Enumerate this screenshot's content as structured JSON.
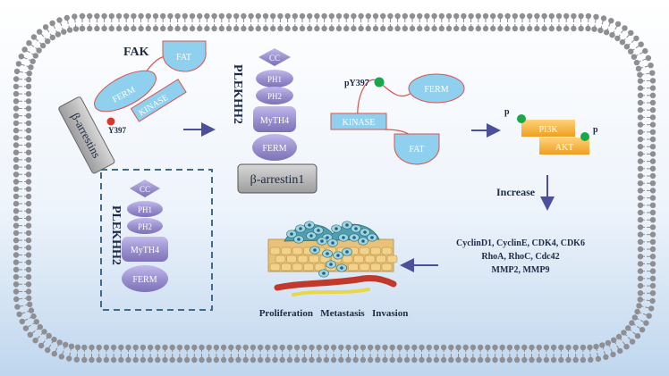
{
  "fak": {
    "title": "FAK",
    "fat": "FAT",
    "ferm": "FERM",
    "kinase": "KINASE",
    "y397": "Y397"
  },
  "arrestin_rotated": "β-arrestins",
  "plekhh2_top": {
    "title": "PLEKHH2",
    "domains": [
      "CC",
      "PH1",
      "PH2",
      "MyTH4",
      "FERM"
    ],
    "arrestin_label": "β-arrestin1"
  },
  "plekhh2_bottom": {
    "title": "PLEKHH2",
    "domains": [
      "CC",
      "PH1",
      "PH2",
      "MyTH4",
      "FERM"
    ]
  },
  "fak_split": {
    "py397": "pY397",
    "ferm": "FERM",
    "kinase": "KINASE",
    "fat": "FAT"
  },
  "pi3k_akt": {
    "p_left": "p",
    "p_right": "p",
    "pi3k": "PI3K",
    "akt": "AKT"
  },
  "increase_label": "Increase",
  "targets": [
    "CyclinD1, CyclinE, CDK4, CDK6",
    "RhoA, RhoC, Cdc42",
    "MMP2, MMP9"
  ],
  "outcome": "Proliferation   Metastasis   Invasion",
  "colors": {
    "membrane_head": "#8e8e93",
    "purple_domain": "#9e94cf",
    "fak_blue": "#8fd0ee",
    "fak_outline": "#d9534f",
    "pi3k_orange": "#f4b63f",
    "phospho_green": "#18a84a",
    "arrow": "#4c4f99",
    "dark_text": "#1d2a44"
  }
}
